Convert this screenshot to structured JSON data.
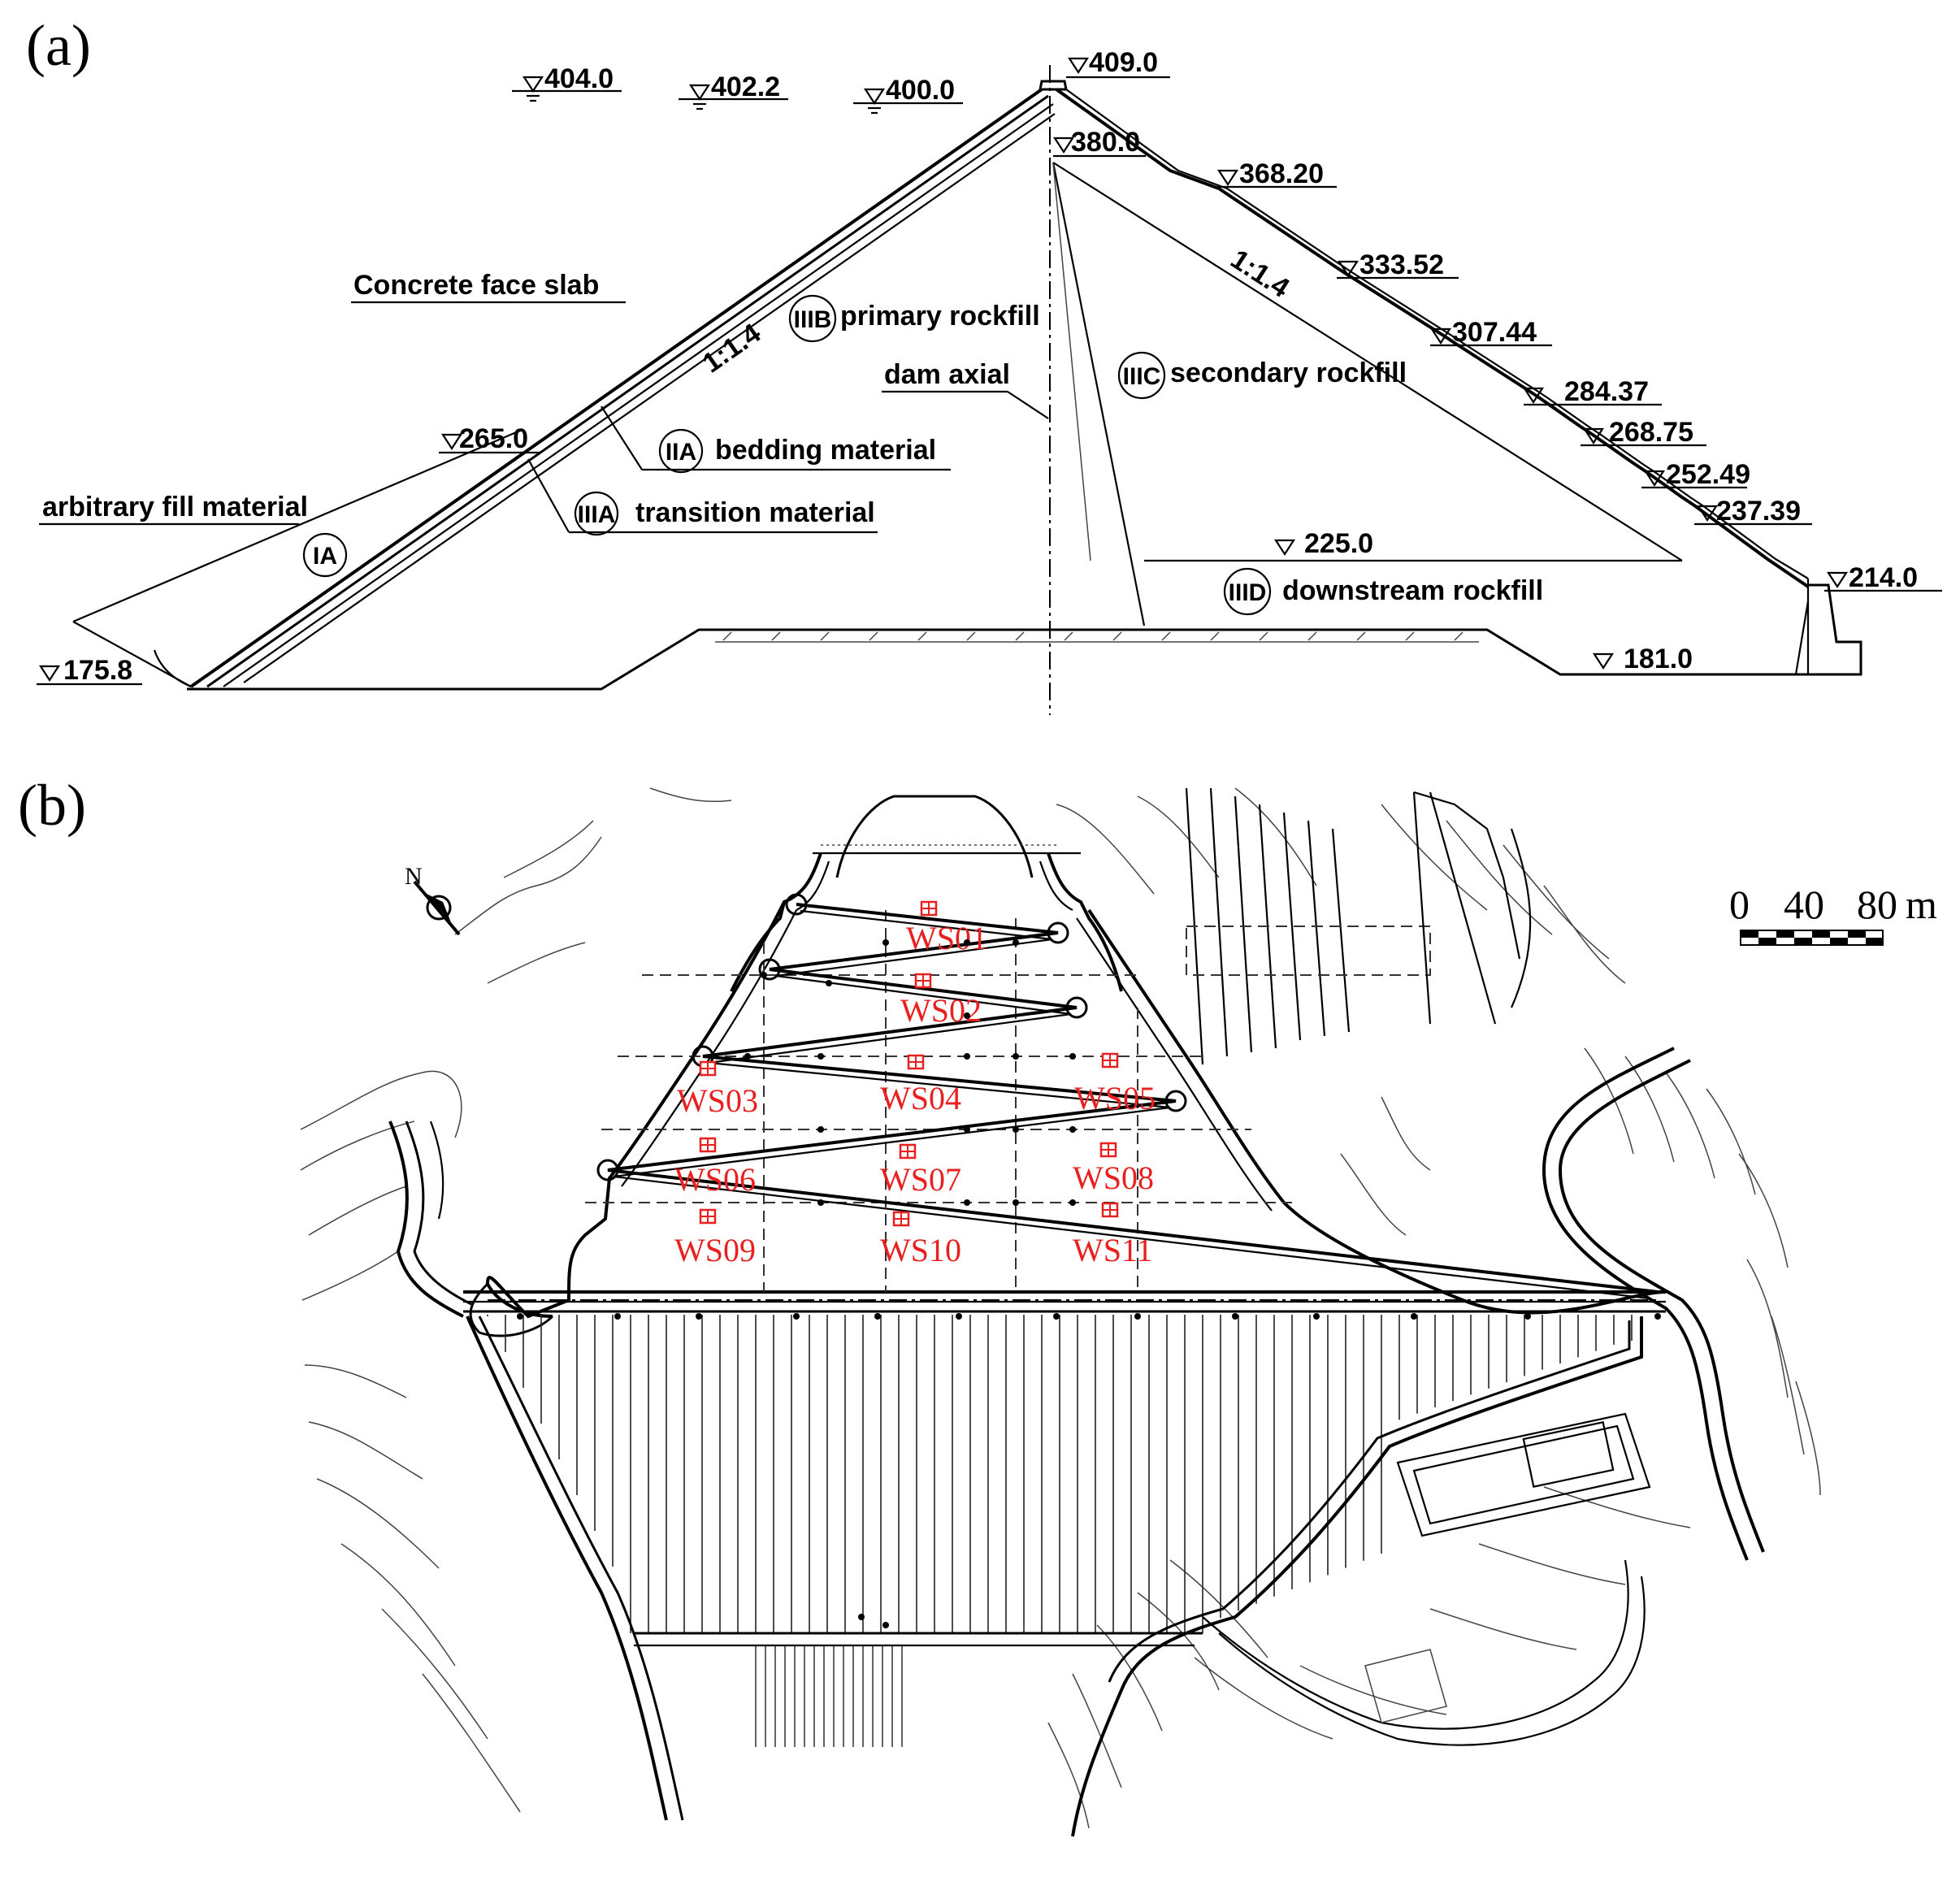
{
  "panels": {
    "a": {
      "letter": "(a)"
    },
    "b": {
      "letter": "(b)"
    }
  },
  "cross_section": {
    "crest_elevation": "409.0",
    "upstream_water_levels": [
      "404.0",
      "402.2",
      "400.0"
    ],
    "berm_elevation": "380.0",
    "downstream_elevations": [
      "368.20",
      "333.52",
      "307.44",
      "284.37",
      "268.75",
      "252.49",
      "237.39",
      "214.0"
    ],
    "upstream_fill_elevation": "265.0",
    "base_elevation_left": "175.8",
    "base_elevation_right": "181.0",
    "zone_boundary_elevation": "225.0",
    "slope_upstream": "1:1.4",
    "slope_downstream": "1:1.4",
    "labels": {
      "face_slab": "Concrete face slab",
      "arbitrary_fill": "arbitrary fill material",
      "dam_axial": "dam axial"
    },
    "zones": {
      "ia": {
        "code": "IA",
        "name": ""
      },
      "iia": {
        "code": "IIA",
        "name": "bedding material"
      },
      "iiia": {
        "code": "IIIA",
        "name": "transition material"
      },
      "iiib": {
        "code": "IIIB",
        "name": "primary rockfill"
      },
      "iiic": {
        "code": "IIIC",
        "name": "secondary rockfill"
      },
      "iiid": {
        "code": "IIID",
        "name": "downstream rockfill"
      }
    }
  },
  "plan": {
    "north_label": "N",
    "scale": {
      "v0": "0",
      "v40": "40",
      "v80": "80",
      "unit": "m"
    },
    "stations": [
      "WS01",
      "WS02",
      "WS03",
      "WS04",
      "WS05",
      "WS06",
      "WS07",
      "WS08",
      "WS09",
      "WS10",
      "WS11"
    ],
    "station_color": "#e8201f"
  }
}
